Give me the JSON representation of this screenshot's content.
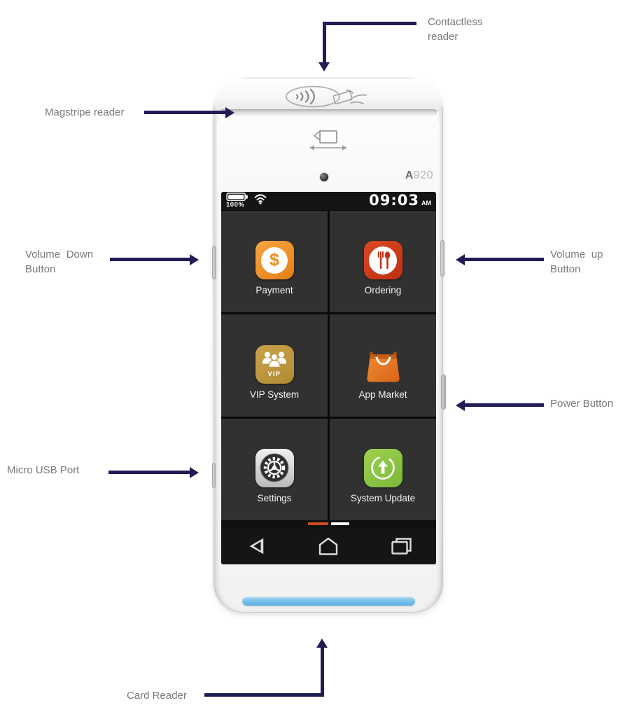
{
  "diagram": {
    "labels": {
      "contactless": {
        "line1": "Contactless",
        "line2": "reader"
      },
      "magstripe": "Magstripe reader",
      "volume_down": {
        "line1": "Volume  Down",
        "line2": "Button"
      },
      "volume_up": {
        "line1": "Volume  up",
        "line2": "Button"
      },
      "power": "Power Button",
      "micro_usb": "Micro USB Port",
      "card_reader": "Card Reader"
    },
    "arrow_color": "#201d54",
    "label_color": "#787878"
  },
  "device": {
    "model": {
      "bold": "A",
      "rest": "920"
    },
    "status_bar": {
      "battery_percent": "100%",
      "time": "09:03",
      "meridiem": "AM",
      "icons": [
        "battery-icon",
        "wifi-icon"
      ]
    },
    "apps": [
      {
        "label": "Payment",
        "icon": "payment-dollar-icon",
        "color": "#ee8a21",
        "glyph": "$"
      },
      {
        "label": "Ordering",
        "icon": "ordering-cutlery-icon",
        "color": "#cd3d1b"
      },
      {
        "label": "VIP System",
        "icon": "vip-people-icon",
        "color": "#bf9a44",
        "badge": "VIP"
      },
      {
        "label": "App Market",
        "icon": "app-market-bag-icon",
        "color": "#e97d25"
      },
      {
        "label": "Settings",
        "icon": "settings-gear-icon",
        "color": "#d9d9d9"
      },
      {
        "label": "System Update",
        "icon": "system-update-icon",
        "color": "#8bc540"
      }
    ],
    "pagination": {
      "active_color": "#cd4e1e",
      "inactive_color": "#ffffff"
    },
    "nav_icons": [
      "back-icon",
      "home-icon",
      "recents-icon"
    ],
    "card_slot_color": "#7fc2ea"
  }
}
